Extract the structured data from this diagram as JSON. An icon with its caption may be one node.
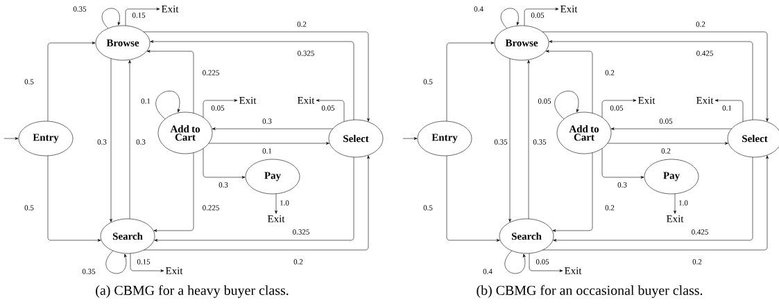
{
  "diagram": {
    "nodes": [
      {
        "text": [
          "Entry"
        ]
      },
      {
        "text": [
          "Browse"
        ]
      },
      {
        "text": [
          "Search"
        ]
      },
      {
        "text": [
          "Add to Cart"
        ]
      },
      {
        "text": [
          "Select"
        ]
      },
      {
        "text": [
          "Pay"
        ]
      },
      {
        "text": [
          "Exit"
        ]
      },
      {
        "text": [
          "Exit"
        ]
      },
      {
        "text": [
          "Exit"
        ]
      },
      {
        "text": [
          "Exit"
        ]
      },
      {
        "text": [
          "Exit"
        ]
      },
      {
        "text": [
          "Entry"
        ]
      },
      {
        "text": [
          "Browse"
        ]
      },
      {
        "text": [
          "Search"
        ]
      },
      {
        "text": [
          "Add to Cart"
        ]
      },
      {
        "text": [
          "Select"
        ]
      },
      {
        "text": [
          "Pay"
        ]
      },
      {
        "text": [
          "Exit"
        ]
      },
      {
        "text": [
          "Exit"
        ]
      },
      {
        "text": [
          "Exit"
        ]
      },
      {
        "text": [
          "Exit"
        ]
      },
      {
        "text": [
          "Exit"
        ]
      }
    ],
    "edges": [
      {
        "from": null,
        "to": 0,
        "arrow": "to"
      },
      {
        "from": 0,
        "to": 1,
        "arrow": "to",
        "label": "0.5"
      },
      {
        "from": 0,
        "to": 2,
        "arrow": "to",
        "label": "0.5"
      },
      {
        "from": 1,
        "to": 1,
        "arrow": "to",
        "label": "0.35"
      },
      {
        "from": 1,
        "to": 6,
        "arrow": "to",
        "label": "0.15"
      },
      {
        "from": 1,
        "to": 2,
        "arrow": "to",
        "label": "0.3"
      },
      {
        "from": 2,
        "to": 1,
        "arrow": "to",
        "label": "0.3"
      },
      {
        "from": 1,
        "to": 4,
        "arrow": "to",
        "label": "0.2"
      },
      {
        "from": 4,
        "to": 1,
        "arrow": "to",
        "label": "0.325"
      },
      {
        "from": 3,
        "to": 1,
        "arrow": "to",
        "label": "0.225"
      },
      {
        "from": 3,
        "to": 3,
        "arrow": "to",
        "label": "0.1"
      },
      {
        "from": 3,
        "to": 7,
        "arrow": "to",
        "label": "0.05"
      },
      {
        "from": 4,
        "to": 3,
        "arrow": "to",
        "label": "0.3"
      },
      {
        "from": 3,
        "to": 4,
        "arrow": "to",
        "label": "0.1"
      },
      {
        "from": 3,
        "to": 5,
        "arrow": "to",
        "label": "0.3"
      },
      {
        "from": 5,
        "to": 9,
        "arrow": "to",
        "label": "1.0"
      },
      {
        "from": 4,
        "to": 8,
        "arrow": "to",
        "label": "0.05"
      },
      {
        "from": 4,
        "to": 2,
        "arrow": "to",
        "label": "0.325"
      },
      {
        "from": 2,
        "to": 4,
        "arrow": "to",
        "label": "0.2"
      },
      {
        "from": 3,
        "to": 2,
        "arrow": "to",
        "label": "0.225"
      },
      {
        "from": 2,
        "to": 2,
        "arrow": "to",
        "label": "0.35"
      },
      {
        "from": 2,
        "to": 10,
        "arrow": "to",
        "label": "0.15"
      },
      {
        "from": null,
        "to": 11,
        "arrow": "to"
      },
      {
        "from": 11,
        "to": 12,
        "arrow": "to",
        "label": "0.5"
      },
      {
        "from": 11,
        "to": 13,
        "arrow": "to",
        "label": "0.5"
      },
      {
        "from": 12,
        "to": 12,
        "arrow": "to",
        "label": "0.4"
      },
      {
        "from": 12,
        "to": 17,
        "arrow": "to",
        "label": "0.05"
      },
      {
        "from": 12,
        "to": 13,
        "arrow": "to",
        "label": "0.35"
      },
      {
        "from": 13,
        "to": 12,
        "arrow": "to",
        "label": "0.35"
      },
      {
        "from": 12,
        "to": 15,
        "arrow": "to",
        "label": "0.2"
      },
      {
        "from": 15,
        "to": 12,
        "arrow": "to",
        "label": "0.425"
      },
      {
        "from": 14,
        "to": 12,
        "arrow": "to",
        "label": "0.2"
      },
      {
        "from": 14,
        "to": 14,
        "arrow": "to",
        "label": "0.05"
      },
      {
        "from": 14,
        "to": 18,
        "arrow": "to",
        "label": "0.05"
      },
      {
        "from": 15,
        "to": 14,
        "arrow": "to",
        "label": "0.05"
      },
      {
        "from": 14,
        "to": 15,
        "arrow": "to",
        "label": "0.2"
      },
      {
        "from": 14,
        "to": 16,
        "arrow": "to",
        "label": "0.3"
      },
      {
        "from": 16,
        "to": 20,
        "arrow": "to",
        "label": "1.0"
      },
      {
        "from": 15,
        "to": 19,
        "arrow": "to",
        "label": "0.1"
      },
      {
        "from": 15,
        "to": 13,
        "arrow": "to",
        "label": "0.425"
      },
      {
        "from": 13,
        "to": 15,
        "arrow": "to",
        "label": "0.2"
      },
      {
        "from": 14,
        "to": 13,
        "arrow": "to",
        "label": "0.2"
      },
      {
        "from": 13,
        "to": 13,
        "arrow": "to",
        "label": "0.4"
      },
      {
        "from": 13,
        "to": 21,
        "arrow": "to",
        "label": "0.05"
      }
    ],
    "labels": [
      "(a) CBMG for a heavy buyer class.",
      "(b) CBMG for an occasional buyer class."
    ]
  }
}
